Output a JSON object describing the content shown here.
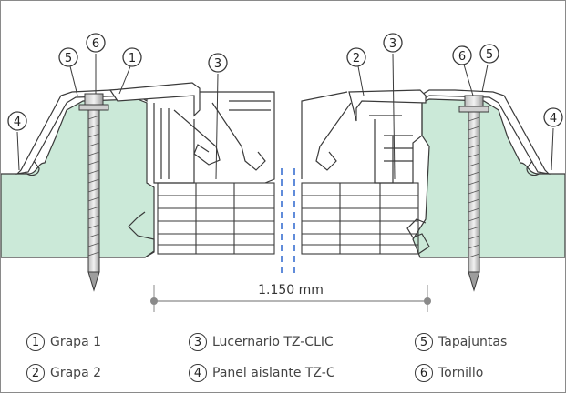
{
  "dimension": {
    "label": "1.150 mm"
  },
  "callouts": [
    "5",
    "6",
    "1",
    "4",
    "3",
    "2",
    "3",
    "6",
    "5",
    "4"
  ],
  "legend": [
    {
      "num": "1",
      "text": "Grapa 1"
    },
    {
      "num": "2",
      "text": "Grapa 2"
    },
    {
      "num": "3",
      "text": "Lucernario TZ-CLIC"
    },
    {
      "num": "4",
      "text": "Panel aislante TZ-C"
    },
    {
      "num": "5",
      "text": "Tapajuntas"
    },
    {
      "num": "6",
      "text": "Tornillo"
    }
  ],
  "colors": {
    "panel": "#cbe9d8",
    "line": "#3a3a3a",
    "cut": "#3a6fd1",
    "dim": "#8a8a8a"
  }
}
